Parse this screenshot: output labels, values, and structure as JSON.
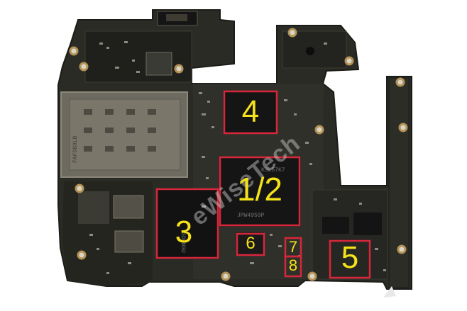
{
  "colors": {
    "background": "#ffffff",
    "pcb": "#2a2b25",
    "pcb_dark": "#1d1e1a",
    "chip": "#151515",
    "highlight_box": "#d8263a",
    "label_text": "#f5e21a",
    "gold": "#b49256",
    "shield": "#6d6a5f"
  },
  "labels": [
    {
      "id": "4",
      "text": "4"
    },
    {
      "id": "1-2",
      "text": "1/2"
    },
    {
      "id": "3",
      "text": "3"
    },
    {
      "id": "6",
      "text": "6"
    },
    {
      "id": "7",
      "text": "7"
    },
    {
      "id": "8",
      "text": "8"
    },
    {
      "id": "5",
      "text": "5"
    }
  ],
  "watermark": {
    "text": "eWiseTech"
  },
  "chip_markings": {
    "cpu_top": "K3L57K7",
    "cpu_bottom": "JPW4950P",
    "flash_side": "SDRNGU",
    "sim_text": "FAFDB8LB"
  }
}
